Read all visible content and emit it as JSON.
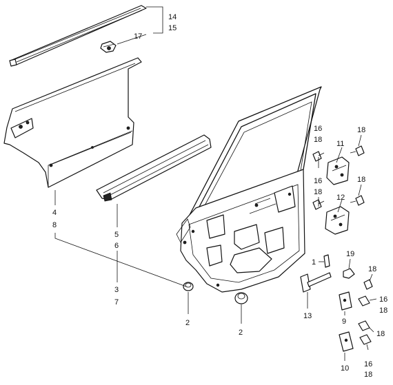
{
  "callouts": {
    "c14": "14",
    "c15": "15",
    "c17": "17",
    "c4": "4",
    "c8": "8",
    "c5": "5",
    "c6": "6",
    "c3": "3",
    "c7": "7",
    "c2a": "2",
    "c2b": "2",
    "c16a": "16",
    "c18a": "18",
    "c11": "11",
    "c18b": "18",
    "c16b": "16",
    "c18c": "18",
    "c12": "12",
    "c18d": "18",
    "c1": "1",
    "c19": "19",
    "c13": "13",
    "c18e": "18",
    "c16c": "16",
    "c18f": "18",
    "c9": "9",
    "c18g": "18",
    "c16d": "16",
    "c18h": "18",
    "c10": "10"
  }
}
